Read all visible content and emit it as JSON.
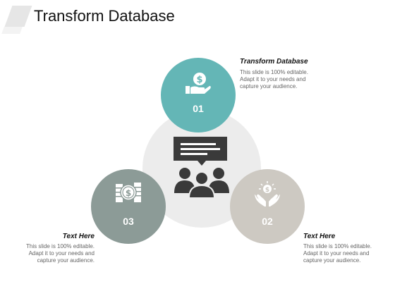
{
  "title": "Transform Database",
  "items": [
    {
      "number": "01",
      "heading": "Transform Database",
      "body": "This slide is 100% editable.\nAdapt it to your needs and\ncapture your audience.",
      "icon": "hand-dollar-icon",
      "color": "#64b6b6"
    },
    {
      "number": "02",
      "heading": "Text Here",
      "body": "This slide is 100% editable.\nAdapt it to your needs and\ncapture your audience.",
      "icon": "hands-money-icon",
      "color": "#cdc9c2"
    },
    {
      "number": "03",
      "heading": "Text Here",
      "body": "This slide is 100% editable.\nAdapt it to your needs and\ncapture your audience.",
      "icon": "coins-dollar-icon",
      "color": "#8c9b97"
    }
  ],
  "center_icon": "team-meeting-icon",
  "colors": {
    "center_bg": "#ececec",
    "icon_dark": "#3a3a3a"
  }
}
